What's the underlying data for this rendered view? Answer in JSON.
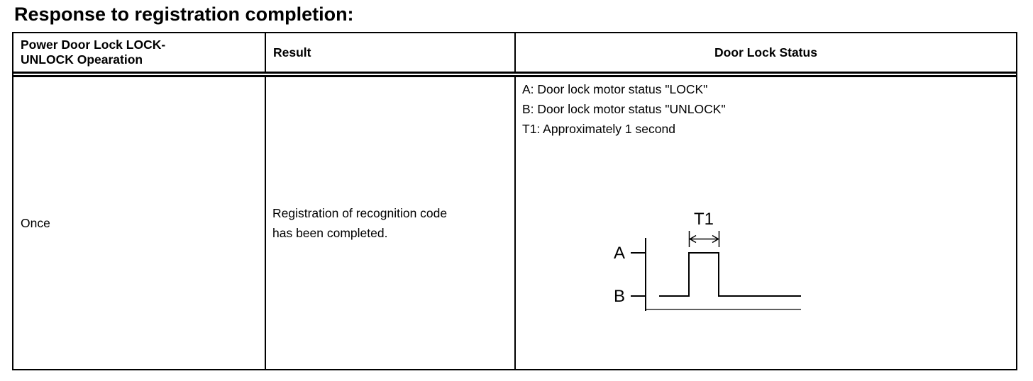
{
  "page": {
    "title": "Response to registration completion:"
  },
  "colors": {
    "ink": "#000000",
    "background": "#ffffff"
  },
  "table": {
    "headers": {
      "col1_lines": [
        "Power Door Lock LOCK-",
        "UNLOCK Opearation"
      ],
      "col2": "Result",
      "col3": "Door Lock Status"
    },
    "row": {
      "operation": "Once",
      "result_lines": [
        "Registration of recognition code",
        "has been completed."
      ],
      "status_legend": [
        "A: Door lock motor status \"LOCK\"",
        "B: Door lock motor status \"UNLOCK\"",
        "T1: Approximately 1 second"
      ]
    }
  },
  "diagram": {
    "type": "timing-pulse",
    "t1_label": "T1",
    "level_a_label": "A",
    "level_b_label": "B",
    "waveform": "signal at level B, single pulse up to level A of width T1, returns to level B"
  }
}
